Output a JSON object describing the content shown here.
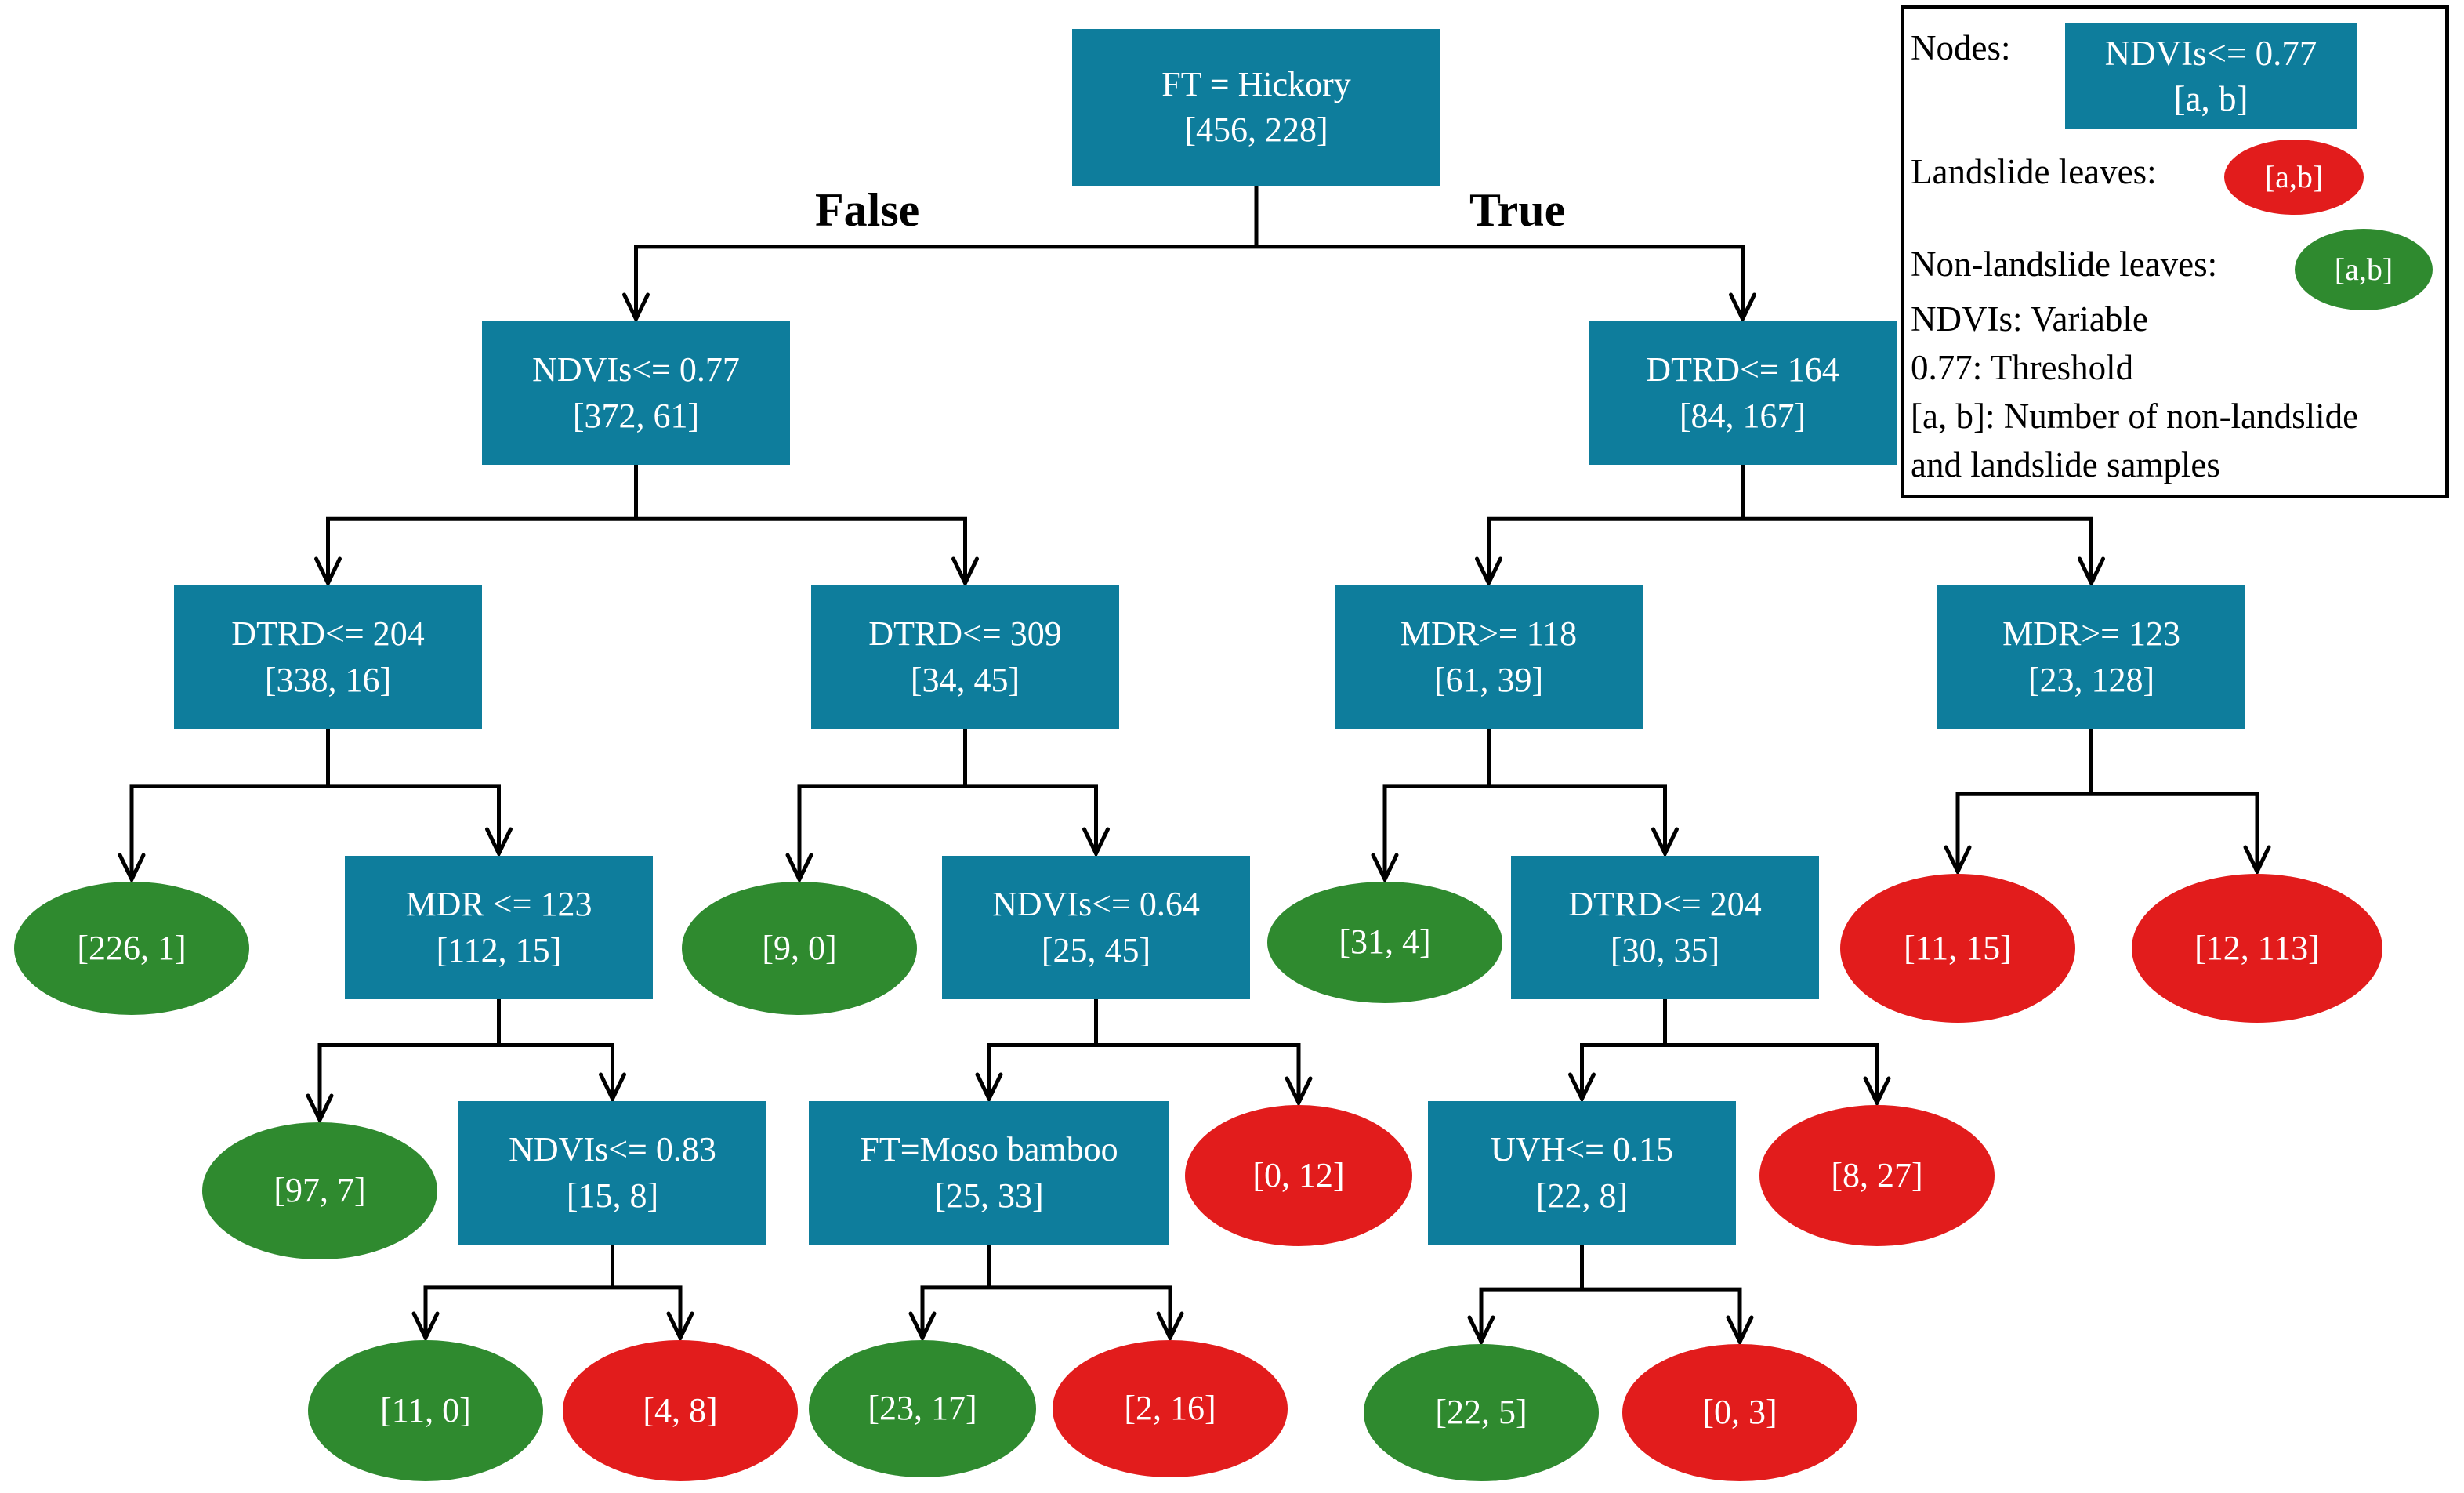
{
  "colors": {
    "split_node": "#0e7d9c",
    "non_landslide_leaf": "#2f8a2f",
    "landslide_leaf": "#e21c1c",
    "edge": "#000000"
  },
  "branch_labels": {
    "false": "False",
    "true": "True"
  },
  "tree": {
    "root": {
      "label": "FT = Hickory",
      "counts": "[456, 228]"
    },
    "n_ndvi077": {
      "label": "NDVIs<= 0.77",
      "counts": "[372, 61]"
    },
    "n_dtrd164": {
      "label": "DTRD<= 164",
      "counts": "[84, 167]"
    },
    "n_dtrd204a": {
      "label": "DTRD<= 204",
      "counts": "[338, 16]"
    },
    "n_dtrd309": {
      "label": "DTRD<= 309",
      "counts": "[34, 45]"
    },
    "n_mdr118": {
      "label": "MDR>= 118",
      "counts": "[61, 39]"
    },
    "n_mdr123b": {
      "label": "MDR>= 123",
      "counts": "[23, 128]"
    },
    "n_mdr123a": {
      "label": "MDR <= 123",
      "counts": "[112, 15]"
    },
    "n_ndvi064": {
      "label": "NDVIs<= 0.64",
      "counts": "[25, 45]"
    },
    "n_dtrd204b": {
      "label": "DTRD<= 204",
      "counts": "[30, 35]"
    },
    "n_ndvi083": {
      "label": "NDVIs<= 0.83",
      "counts": "[15, 8]"
    },
    "n_ftmoso": {
      "label": "FT=Moso bamboo",
      "counts": "[25, 33]"
    },
    "n_uvh015": {
      "label": "UVH<= 0.15",
      "counts": "[22, 8]"
    },
    "l_226_1": {
      "counts": "[226, 1]",
      "class": "non-landslide"
    },
    "l_9_0": {
      "counts": "[9, 0]",
      "class": "non-landslide"
    },
    "l_31_4": {
      "counts": "[31, 4]",
      "class": "non-landslide"
    },
    "l_11_15": {
      "counts": "[11, 15]",
      "class": "landslide"
    },
    "l_12_113": {
      "counts": "[12, 113]",
      "class": "landslide"
    },
    "l_97_7": {
      "counts": "[97, 7]",
      "class": "non-landslide"
    },
    "l_0_12": {
      "counts": "[0, 12]",
      "class": "landslide"
    },
    "l_8_27": {
      "counts": "[8, 27]",
      "class": "landslide"
    },
    "l_11_0": {
      "counts": "[11, 0]",
      "class": "non-landslide"
    },
    "l_4_8": {
      "counts": "[4, 8]",
      "class": "landslide"
    },
    "l_23_17": {
      "counts": "[23, 17]",
      "class": "non-landslide"
    },
    "l_2_16": {
      "counts": "[2, 16]",
      "class": "landslide"
    },
    "l_22_5": {
      "counts": "[22, 5]",
      "class": "non-landslide"
    },
    "l_0_3": {
      "counts": "[0, 3]",
      "class": "landslide"
    }
  },
  "edges": [
    [
      "root",
      "n_ndvi077"
    ],
    [
      "root",
      "n_dtrd164"
    ],
    [
      "n_ndvi077",
      "n_dtrd204a"
    ],
    [
      "n_ndvi077",
      "n_dtrd309"
    ],
    [
      "n_dtrd164",
      "n_mdr118"
    ],
    [
      "n_dtrd164",
      "n_mdr123b"
    ],
    [
      "n_dtrd204a",
      "l_226_1"
    ],
    [
      "n_dtrd204a",
      "n_mdr123a"
    ],
    [
      "n_dtrd309",
      "l_9_0"
    ],
    [
      "n_dtrd309",
      "n_ndvi064"
    ],
    [
      "n_mdr118",
      "l_31_4"
    ],
    [
      "n_mdr118",
      "n_dtrd204b"
    ],
    [
      "n_mdr123b",
      "l_11_15"
    ],
    [
      "n_mdr123b",
      "l_12_113"
    ],
    [
      "n_mdr123a",
      "l_97_7"
    ],
    [
      "n_mdr123a",
      "n_ndvi083"
    ],
    [
      "n_ndvi064",
      "n_ftmoso"
    ],
    [
      "n_ndvi064",
      "l_0_12"
    ],
    [
      "n_dtrd204b",
      "n_uvh015"
    ],
    [
      "n_dtrd204b",
      "l_8_27"
    ],
    [
      "n_ndvi083",
      "l_11_0"
    ],
    [
      "n_ndvi083",
      "l_4_8"
    ],
    [
      "n_ftmoso",
      "l_23_17"
    ],
    [
      "n_ftmoso",
      "l_2_16"
    ],
    [
      "n_uvh015",
      "l_22_5"
    ],
    [
      "n_uvh015",
      "l_0_3"
    ]
  ],
  "legend": {
    "nodes_label": "Nodes:",
    "node_example_label": "NDVIs<= 0.77",
    "node_example_counts": "[a, b]",
    "landslide_label": "Landslide leaves:",
    "landslide_example": "[a,b]",
    "nonlandslide_label": "Non-landslide leaves:",
    "nonlandslide_example": "[a,b]",
    "line1": "NDVIs: Variable",
    "line2": "0.77: Threshold",
    "line3": "[a, b]: Number of non-landslide",
    "line4": "and landslide samples"
  }
}
